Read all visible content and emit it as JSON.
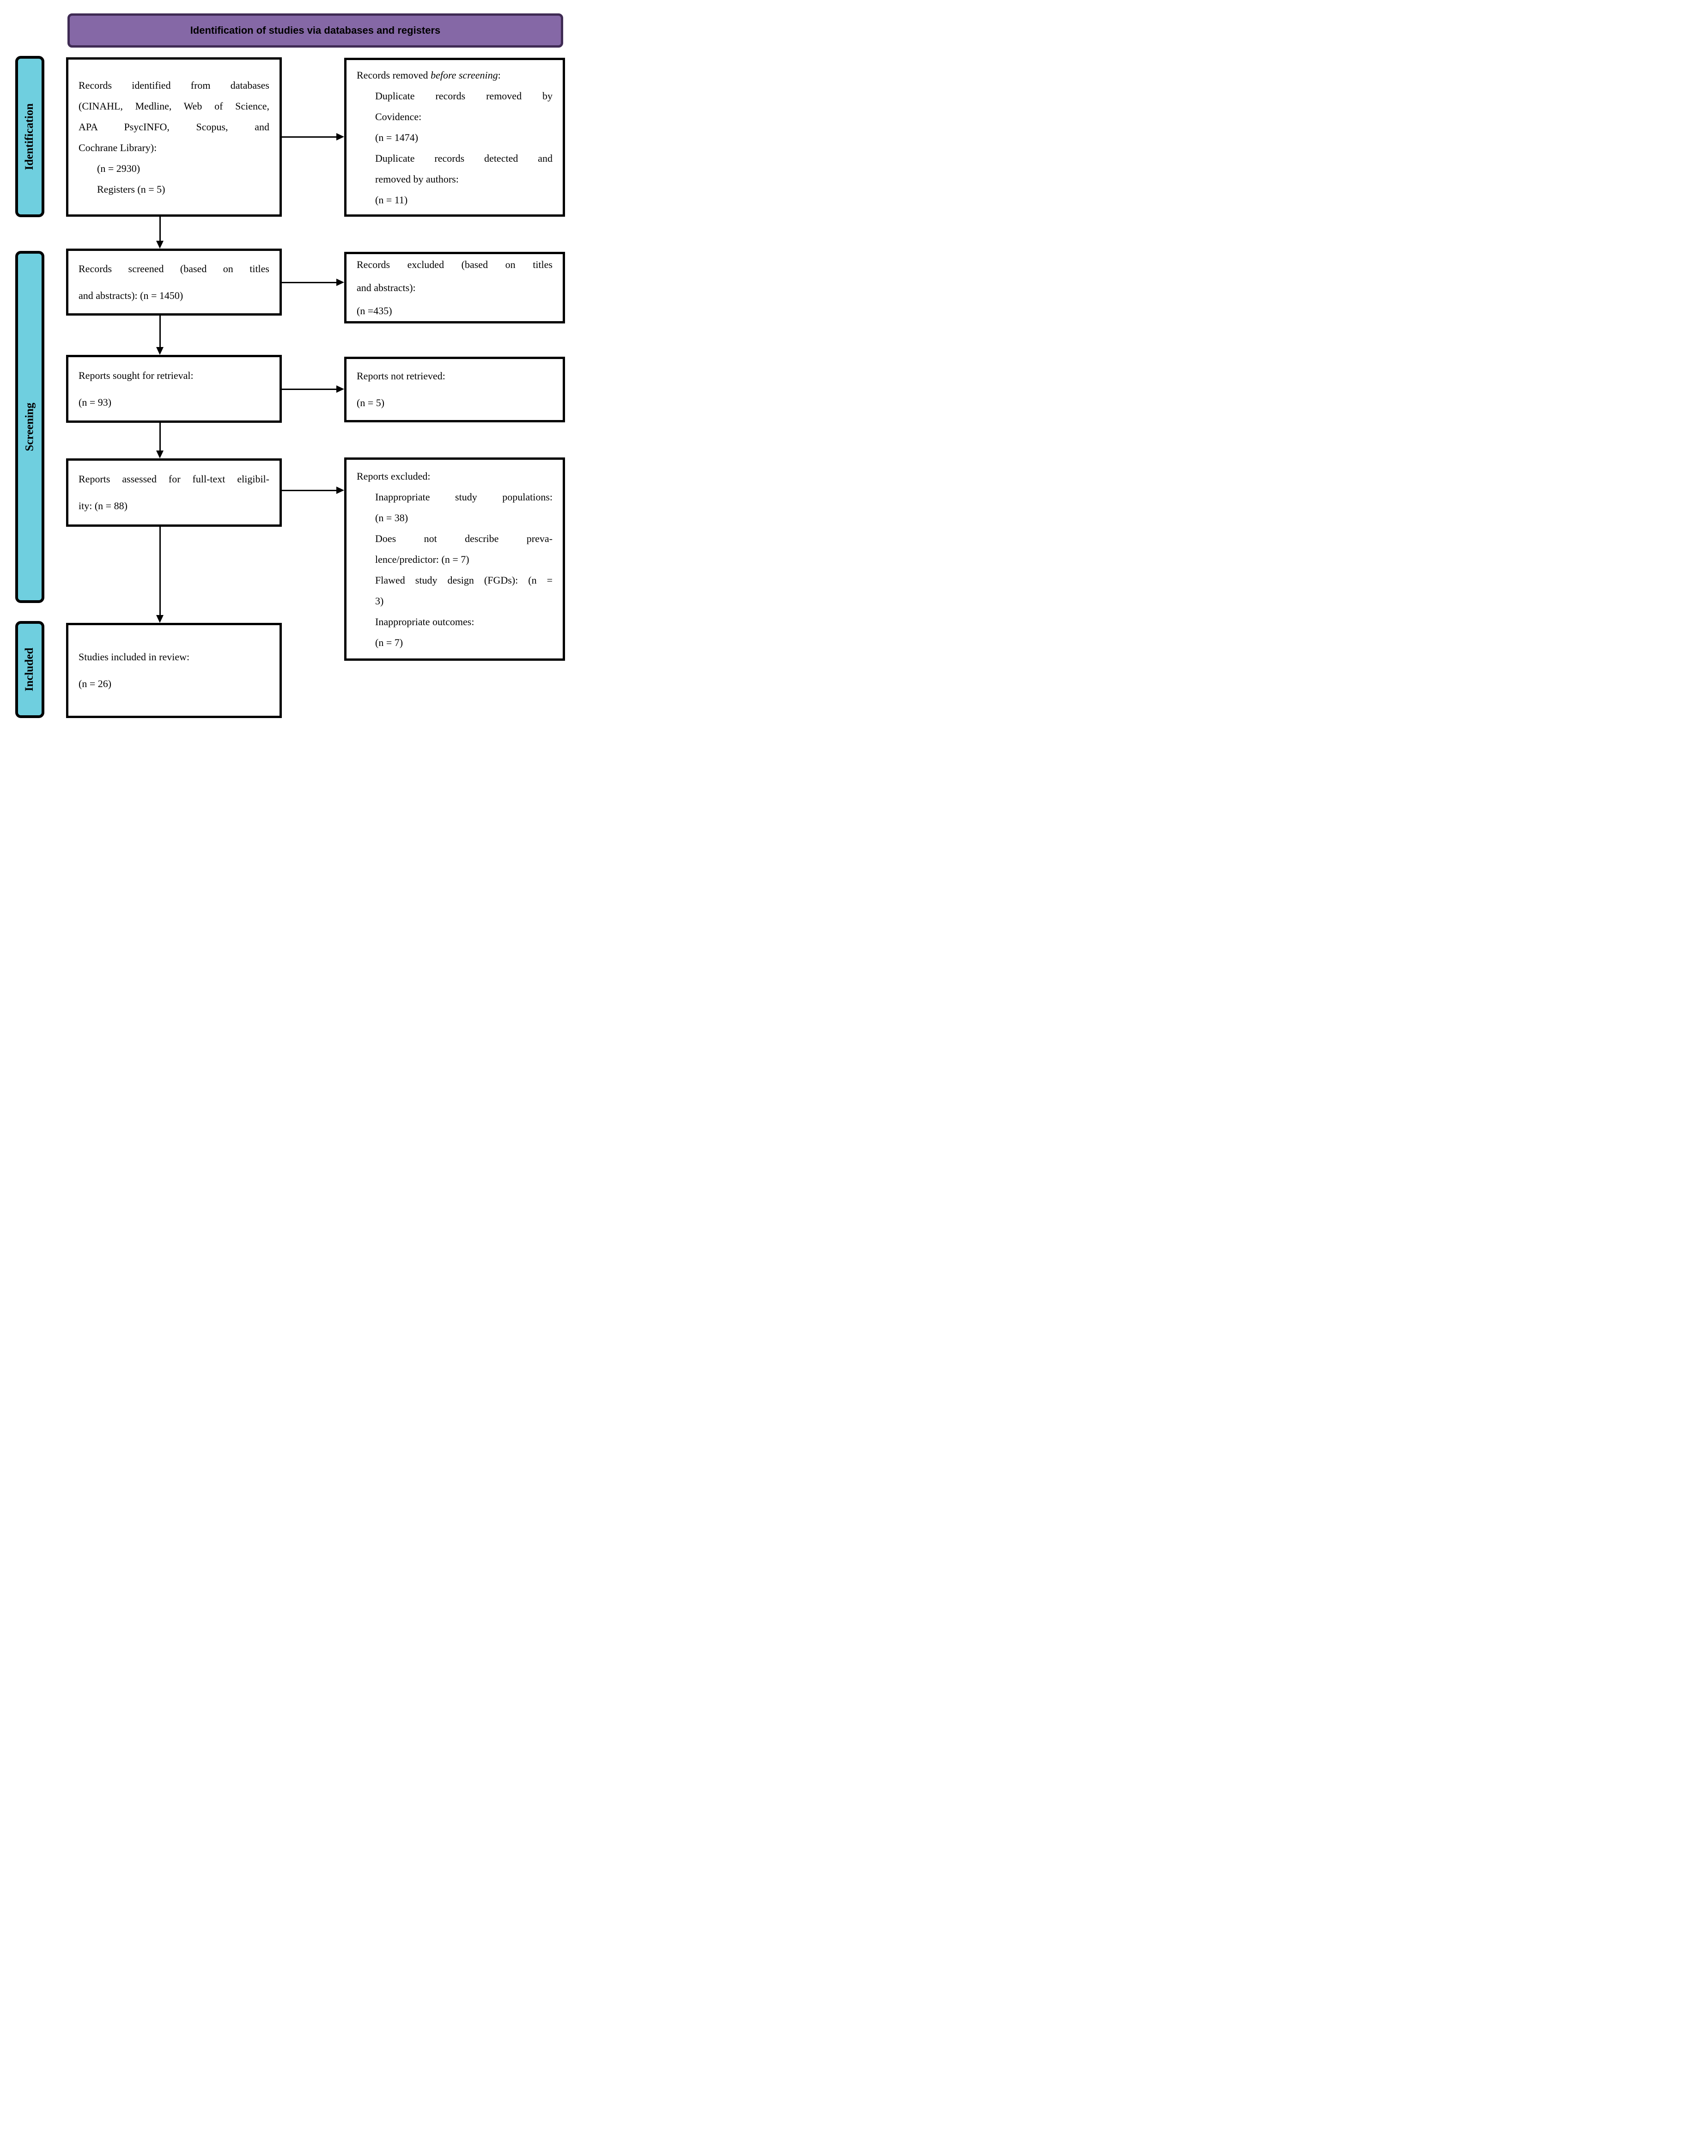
{
  "title": "Identification of studies via databases and registers",
  "stages": {
    "identification": "Identification",
    "screening": "Screening",
    "included": "Included"
  },
  "colors": {
    "stage_fill": "#6FCFDF",
    "banner_fill": "#8568A6",
    "banner_border": "#3F2B54"
  },
  "boxes": {
    "identified": {
      "lines": [
        "Records identified from databases",
        "(CINAHL, Medline, Web of Science,",
        "APA PsycINFO, Scopus, and",
        "Cochrane Library):",
        "(n = 2930)",
        "Registers (n = 5)"
      ]
    },
    "removed": {
      "intro_prefix": "Records removed ",
      "intro_italic": "before screening",
      "intro_suffix": ":",
      "lines": [
        "Duplicate records removed by",
        "Covidence:",
        "(n = 1474)",
        "Duplicate records detected and",
        "removed by authors:",
        "(n = 11)"
      ]
    },
    "screened": {
      "lines": [
        "Records screened (based on titles",
        "and abstracts): (n = 1450)"
      ]
    },
    "excluded": {
      "lines": [
        "Records excluded (based on titles",
        "and abstracts):",
        "(n =435)"
      ]
    },
    "sought": {
      "lines": [
        "Reports sought for retrieval:",
        "(n = 93)"
      ]
    },
    "not_retrieved": {
      "lines": [
        "Reports not retrieved:",
        "(n = 5)"
      ]
    },
    "assessed": {
      "lines": [
        "Reports assessed for full-text eligibil-",
        "ity: (n = 88)"
      ]
    },
    "reports_excluded": {
      "lines": [
        "Reports excluded:",
        "Inappropriate study populations:",
        "(n = 38)",
        "Does not describe preva-",
        "lence/predictor: (n = 7)",
        "Flawed study design (FGDs): (n =",
        "3)",
        "Inappropriate outcomes:",
        "(n = 7)"
      ]
    },
    "included": {
      "lines": [
        "Studies included in review:",
        "(n = 26)"
      ]
    }
  }
}
